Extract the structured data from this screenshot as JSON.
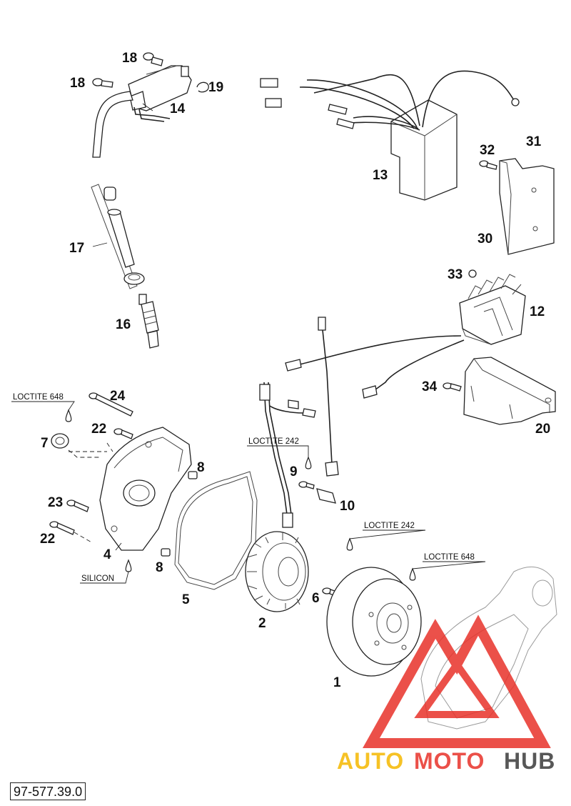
{
  "callouts": {
    "c1": "1",
    "c2": "2",
    "c4": "4",
    "c5": "5",
    "c6": "6",
    "c7": "7",
    "c8a": "8",
    "c8b": "8",
    "c9": "9",
    "c10": "10",
    "c12": "12",
    "c13": "13",
    "c14": "14",
    "c16": "16",
    "c17": "17",
    "c18a": "18",
    "c18b": "18",
    "c19": "19",
    "c20": "20",
    "c22a": "22",
    "c22b": "22",
    "c23": "23",
    "c24": "24",
    "c30": "30",
    "c31": "31",
    "c32": "32",
    "c33": "33",
    "c34": "34"
  },
  "notes": {
    "loctite_648_left": "LOCTITE 648",
    "loctite_242_mid": "LOCTITE 242",
    "loctite_242_right": "LOCTITE 242",
    "loctite_648_right": "LOCTITE 648",
    "silicon": "SILICON"
  },
  "document_number": "97-577.39.0",
  "watermark": {
    "text_auto": "AUTO",
    "text_moto": "MOTO",
    "text_hub": "HUB",
    "color_auto": "#f5b800",
    "color_moto": "#e8322a",
    "color_hub": "#3a3a3a",
    "triangle_color": "#e8322a"
  }
}
